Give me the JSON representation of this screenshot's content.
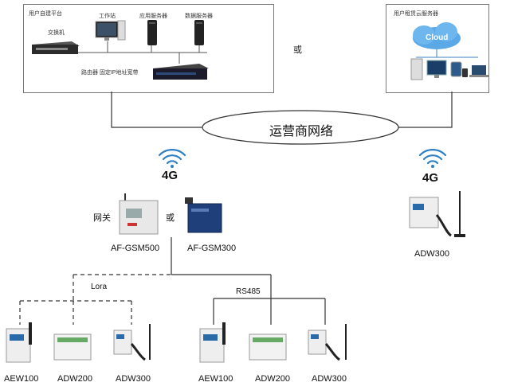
{
  "left_box": {
    "title": "用户自建平台",
    "switch_label": "交换机",
    "workstation_label": "工作站",
    "app_server_label": "应用服务器",
    "db_server_label": "数据服务器",
    "router_label": "路由器 固定IP地址宽带"
  },
  "or_top": "或",
  "right_box": {
    "title": "用户租赁云服务器",
    "cloud_label": "Cloud"
  },
  "network_label": "运营商网络",
  "signal_left": "4G",
  "signal_right": "4G",
  "gateway_label": "网关",
  "or_mid": "或",
  "gsm500_label": "AF-GSM500",
  "gsm300_label": "AF-GSM300",
  "right_device_label": "ADW300",
  "lora_label": "Lora",
  "rs485_label": "RS485",
  "bottom_left": [
    "AEW100",
    "ADW200",
    "ADW300"
  ],
  "bottom_right": [
    "AEW100",
    "ADW200",
    "ADW300"
  ]
}
